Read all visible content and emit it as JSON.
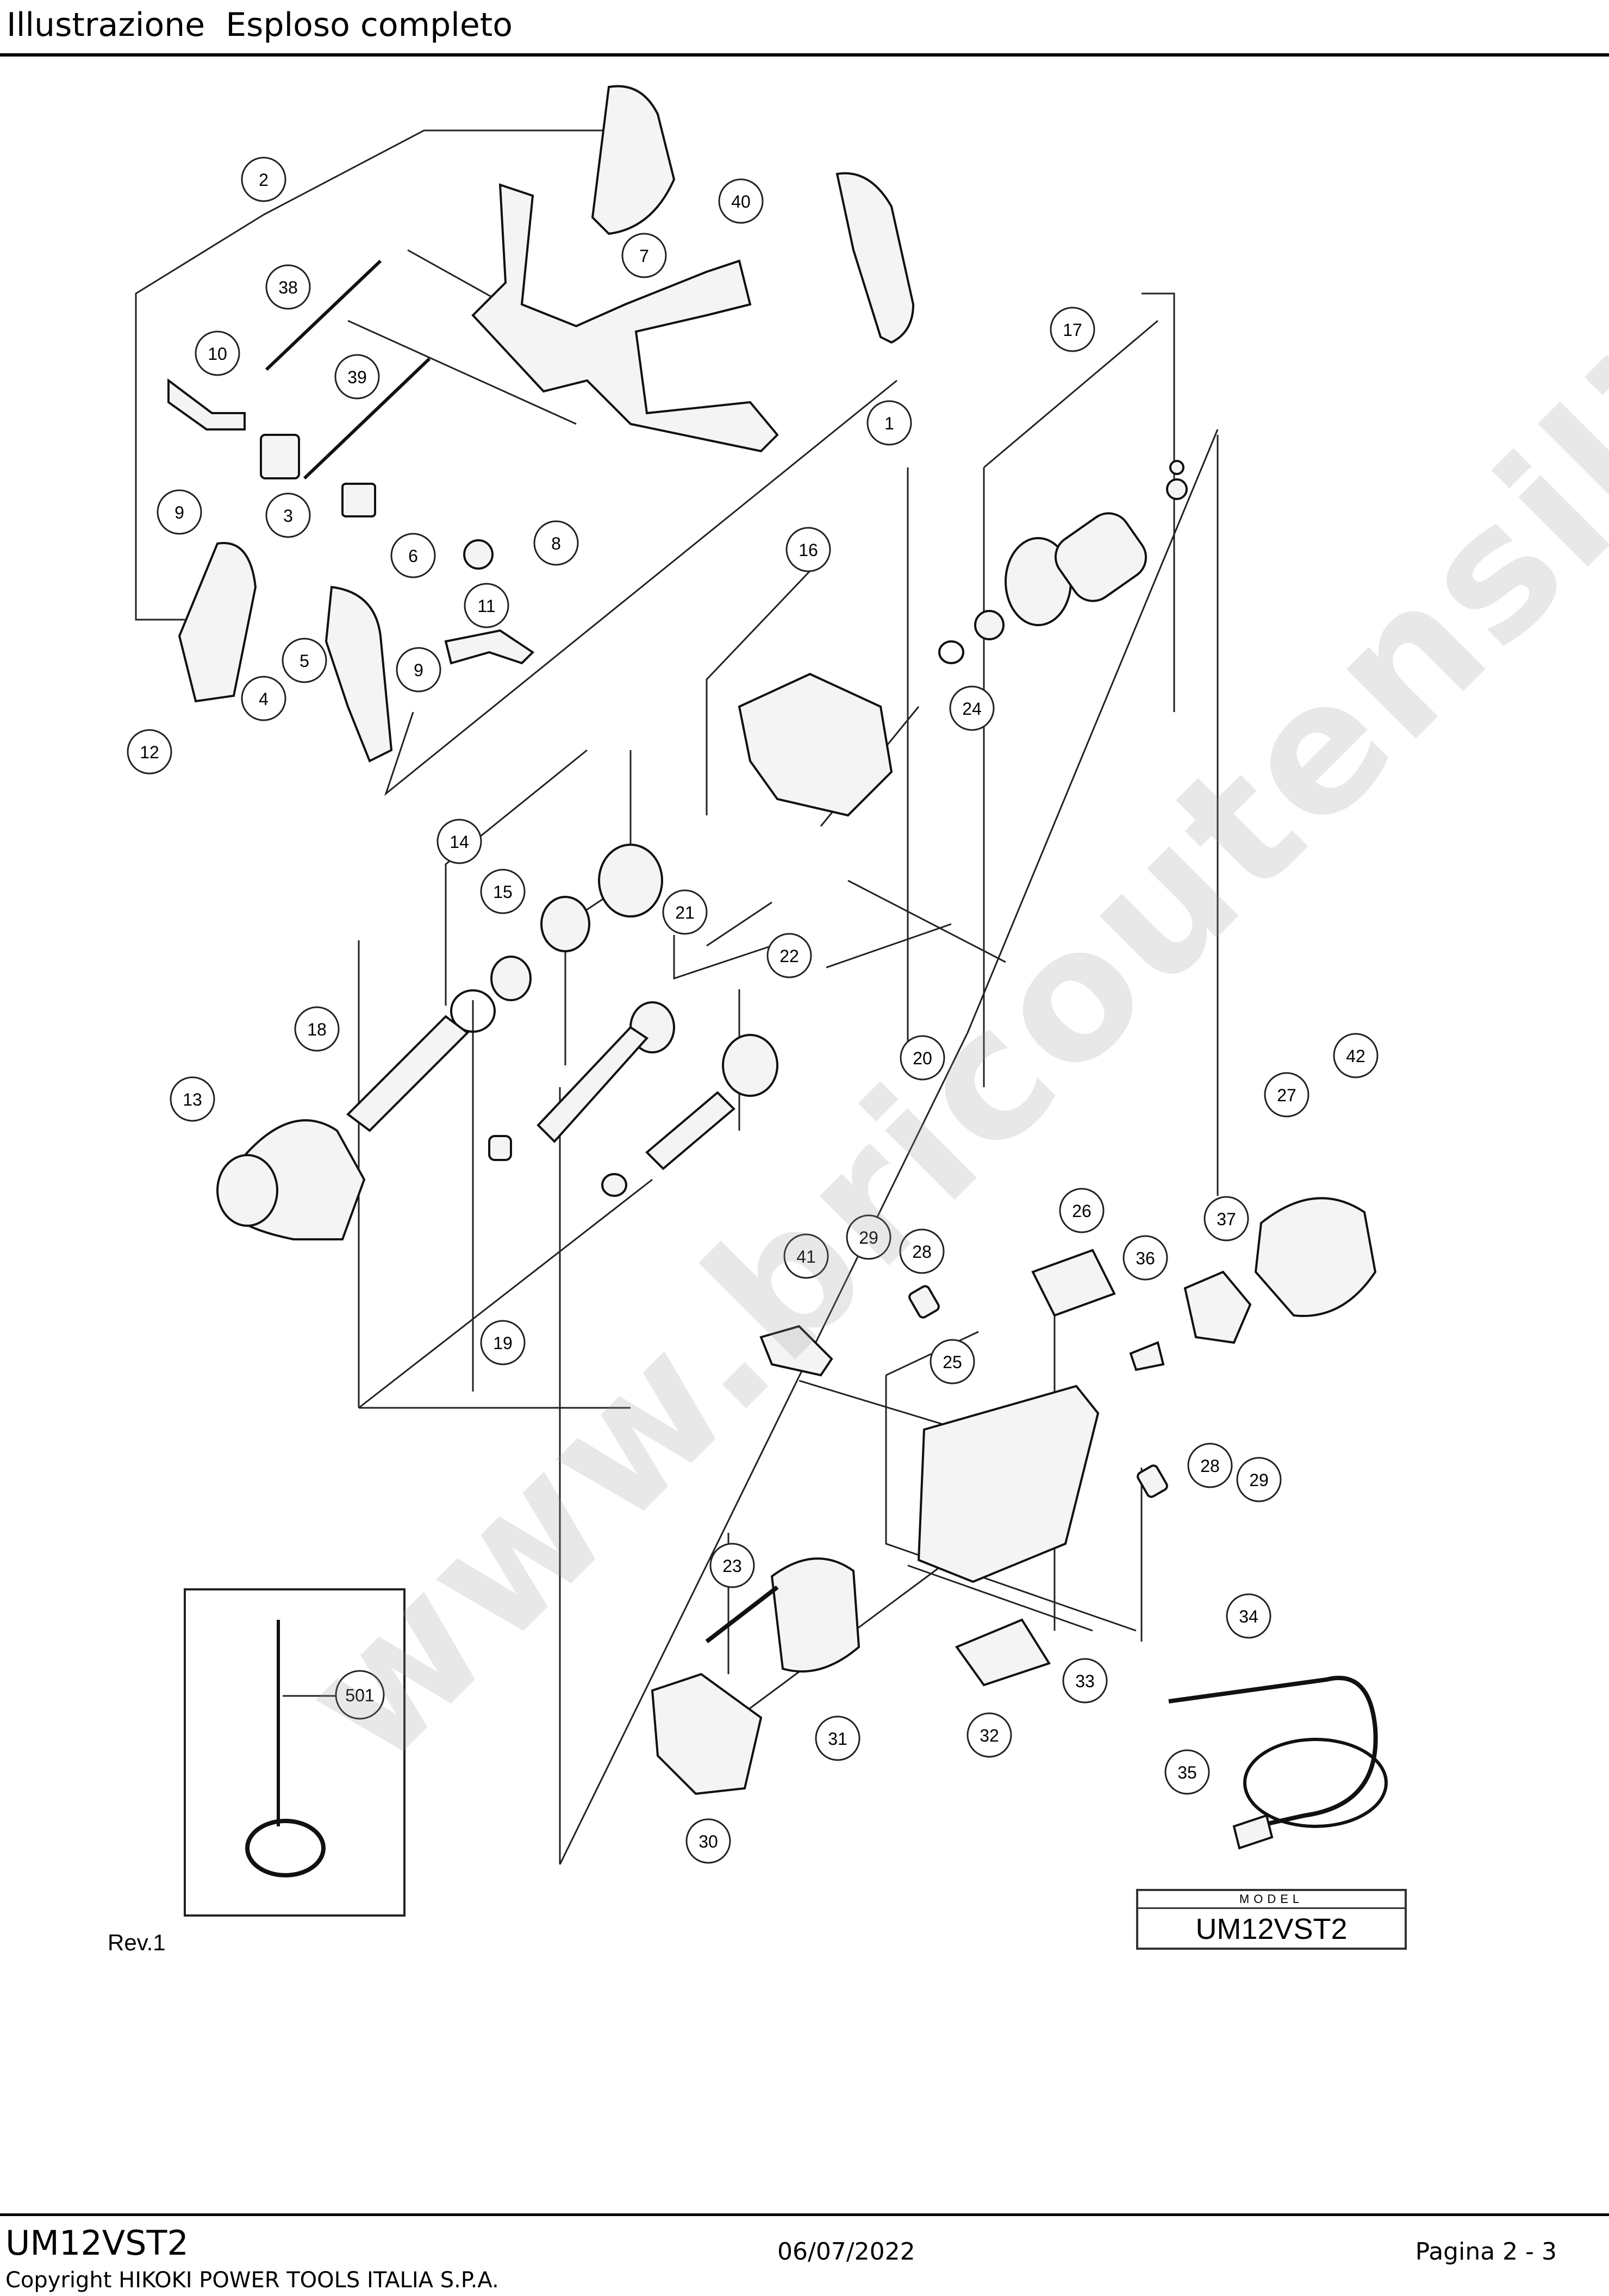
{
  "header": {
    "title": "Illustrazione  Esploso completo"
  },
  "watermark": "www.bricoutensili.com",
  "revision": "Rev.1",
  "model_box": {
    "caption": "MODEL",
    "value": "UM12VST2"
  },
  "footer": {
    "model": "UM12VST2",
    "date": "06/07/2022",
    "page": "Pagina 2 - 3",
    "copyright": "Copyright HIKOKI POWER TOOLS ITALIA S.P.A."
  },
  "callouts": [
    "2",
    "40",
    "7",
    "38",
    "10",
    "39",
    "17",
    "1",
    "9",
    "3",
    "6",
    "8",
    "16",
    "11",
    "5",
    "9",
    "4",
    "12",
    "24",
    "14",
    "15",
    "21",
    "22",
    "18",
    "13",
    "20",
    "42",
    "27",
    "26",
    "29",
    "28",
    "37",
    "36",
    "41",
    "25",
    "28",
    "29",
    "23",
    "34",
    "501",
    "31",
    "32",
    "33",
    "35",
    "30",
    "19"
  ]
}
